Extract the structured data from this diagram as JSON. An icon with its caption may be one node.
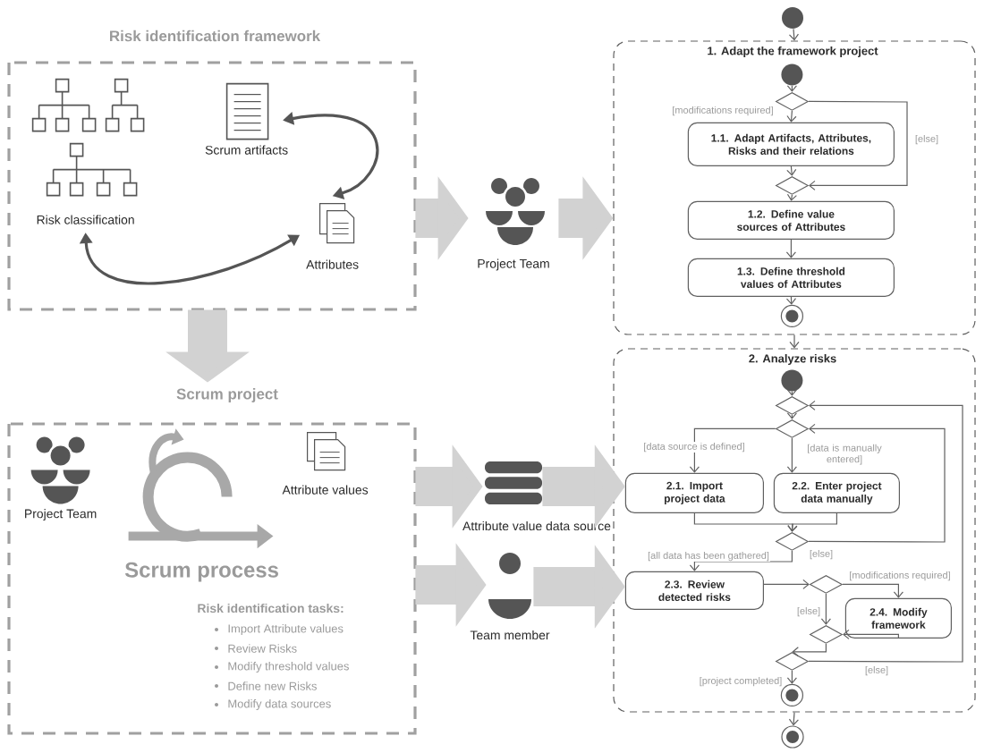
{
  "diagram": {
    "nodes": [
      {
        "text": [
          "Risk identification framework"
        ]
      },
      {
        "text": [
          "Risk classification"
        ],
        "in": 0
      },
      {
        "text": [
          "Scrum artifacts"
        ],
        "in": 0
      },
      {
        "text": [
          "Attributes"
        ],
        "in": 0
      },
      {
        "text": [
          "Project Team"
        ]
      },
      {
        "text": [
          "Scrum project"
        ]
      },
      {
        "text": [
          "Project Team"
        ],
        "in": 5
      },
      {
        "text": [
          "Scrum process"
        ],
        "in": 5
      },
      {
        "text": [
          "Attribute values"
        ],
        "in": 5
      },
      {
        "text": [
          "Attribute value data source"
        ]
      },
      {
        "text": [
          "Team member"
        ]
      },
      {
        "text": [],
        "shape": "circle"
      },
      {
        "text": [
          "1. Adapt the framework project"
        ]
      },
      {
        "text": [],
        "shape": "circle",
        "in": 12
      },
      {
        "text": [],
        "shape": "diamond",
        "in": 12
      },
      {
        "text": [
          "1.1. Adapt Artifacts, Attributes, Risks and their relations"
        ],
        "in": 12
      },
      {
        "text": [],
        "shape": "diamond",
        "in": 12
      },
      {
        "text": [
          "1.2. Define value sources of Attributes"
        ],
        "in": 12
      },
      {
        "text": [
          "1.3. Define threshold values of Attributes"
        ],
        "in": 12
      },
      {
        "text": [],
        "shape": "bullseye",
        "in": 12
      },
      {
        "text": [
          "2. Analyze risks"
        ]
      },
      {
        "text": [],
        "shape": "circle",
        "in": 20
      },
      {
        "text": [],
        "shape": "diamond",
        "in": 20
      },
      {
        "text": [],
        "shape": "diamond",
        "in": 20
      },
      {
        "text": [
          "2.1. Import project data"
        ],
        "in": 20
      },
      {
        "text": [
          "2.2. Enter project data manually"
        ],
        "in": 20
      },
      {
        "text": [],
        "shape": "diamond",
        "in": 20
      },
      {
        "text": [
          "2.3. Review detected risks"
        ],
        "in": 20
      },
      {
        "text": [],
        "shape": "diamond",
        "in": 20
      },
      {
        "text": [
          "2.4. Modify framework"
        ],
        "in": 20
      },
      {
        "text": [],
        "shape": "diamond",
        "in": 20
      },
      {
        "text": [],
        "shape": "diamond",
        "in": 20
      },
      {
        "text": [],
        "shape": "bullseye",
        "in": 20
      },
      {
        "text": [],
        "shape": "bullseye"
      }
    ],
    "edges": [
      {
        "from": 0,
        "to": 4,
        "arrow": "to",
        "style": "thick",
        "color": "#d2d2d2"
      },
      {
        "from": 4,
        "to": 12,
        "arrow": "to",
        "style": "thick",
        "color": "#d2d2d2"
      },
      {
        "from": 0,
        "to": 5,
        "arrow": "to",
        "style": "thick",
        "color": "#d2d2d2"
      },
      {
        "from": 5,
        "to": 9,
        "arrow": "to",
        "style": "thick",
        "color": "#d2d2d2"
      },
      {
        "from": 9,
        "to": 24,
        "arrow": "to",
        "style": "thick",
        "color": "#d2d2d2"
      },
      {
        "from": 5,
        "to": 10,
        "arrow": "to",
        "style": "thick",
        "color": "#d2d2d2"
      },
      {
        "from": 10,
        "to": 27,
        "arrow": "to",
        "style": "thick",
        "color": "#d2d2d2"
      },
      {
        "from": 2,
        "to": 3,
        "arrow": "both"
      },
      {
        "from": 1,
        "to": 3,
        "arrow": "both"
      },
      {
        "from": 11,
        "to": 12,
        "arrow": "to"
      },
      {
        "from": 12,
        "to": 20,
        "arrow": "to"
      },
      {
        "from": 20,
        "to": 33,
        "arrow": "to"
      },
      {
        "from": 13,
        "to": 14,
        "arrow": "to"
      },
      {
        "from": 14,
        "to": 15,
        "arrow": "to",
        "label": "[modifications required]"
      },
      {
        "from": 14,
        "to": 16,
        "arrow": "to",
        "label": "[else]"
      },
      {
        "from": 15,
        "to": 16,
        "arrow": "to"
      },
      {
        "from": 16,
        "to": 17,
        "arrow": "to"
      },
      {
        "from": 17,
        "to": 18,
        "arrow": "to"
      },
      {
        "from": 18,
        "to": 19,
        "arrow": "to"
      },
      {
        "from": 21,
        "to": 22,
        "arrow": "to"
      },
      {
        "from": 22,
        "to": 23,
        "arrow": "to"
      },
      {
        "from": 23,
        "to": 24,
        "arrow": "to",
        "label": "[data source is defined]"
      },
      {
        "from": 23,
        "to": 25,
        "arrow": "to",
        "label": "[data is manually entered]"
      },
      {
        "from": 24,
        "to": 26,
        "arrow": "to"
      },
      {
        "from": 25,
        "to": 26,
        "arrow": "to"
      },
      {
        "from": 26,
        "to": 27,
        "arrow": "to",
        "label": "[all data has been gathered]"
      },
      {
        "from": 26,
        "to": 23,
        "arrow": "to",
        "label": "[else]"
      },
      {
        "from": 27,
        "to": 28,
        "arrow": "to"
      },
      {
        "from": 28,
        "to": 29,
        "arrow": "to",
        "label": "[modifications required]"
      },
      {
        "from": 28,
        "to": 30,
        "arrow": "to",
        "label": "[else]"
      },
      {
        "from": 29,
        "to": 30,
        "arrow": "to"
      },
      {
        "from": 30,
        "to": 31,
        "arrow": "to"
      },
      {
        "from": 31,
        "to": 32,
        "arrow": "to",
        "label": "[project completed]"
      },
      {
        "from": 31,
        "to": 22,
        "arrow": "to",
        "label": "[else]"
      }
    ],
    "labels": [
      "Risk identification tasks:",
      "Import Attribute values",
      "Review Risks",
      "Modify threshold values",
      "Define new Risks",
      "Modify data sources"
    ]
  }
}
